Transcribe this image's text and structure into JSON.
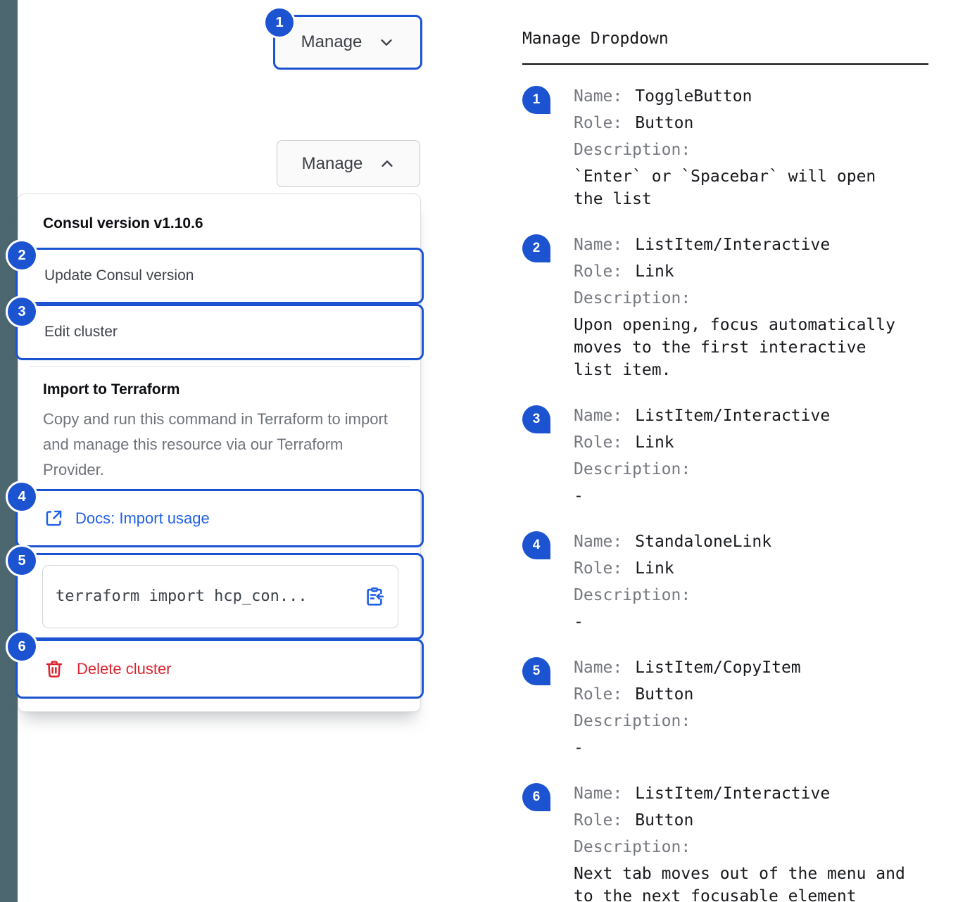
{
  "colors": {
    "annotation_blue": "#1b53d0",
    "link_blue": "#2160e8",
    "danger_red": "#dc242f",
    "edge_bar": "#4d6770"
  },
  "toggle_button": {
    "label_closed": "Manage",
    "label_open": "Manage"
  },
  "dropdown": {
    "version_title": "Consul version v1.10.6",
    "update_item": "Update Consul version",
    "edit_item": "Edit cluster",
    "import_section": {
      "title": "Import to Terraform",
      "description": "Copy and run this command in Terraform to import and manage this resource via our Terraform Provider.",
      "docs_link": "Docs: Import usage",
      "code": "terraform import hcp_con...",
      "delete_item": "Delete cluster"
    }
  },
  "legend": {
    "title": "Manage Dropdown",
    "label_name": "Name:",
    "label_role": "Role:",
    "label_description": "Description:",
    "items": [
      {
        "num": "1",
        "name": "ToggleButton",
        "role": "Button",
        "description": "`Enter` or `Spacebar` will open the list"
      },
      {
        "num": "2",
        "name": "ListItem/Interactive",
        "role": "Link",
        "description": "Upon opening, focus automatically moves to the first interactive list item."
      },
      {
        "num": "3",
        "name": "ListItem/Interactive",
        "role": "Link",
        "description": "-"
      },
      {
        "num": "4",
        "name": "StandaloneLink",
        "role": "Link",
        "description": "-"
      },
      {
        "num": "5",
        "name": "ListItem/CopyItem",
        "role": "Button",
        "description": "-"
      },
      {
        "num": "6",
        "name": "ListItem/Interactive",
        "role": "Button",
        "description": "Next tab moves out of the menu and to the next focusable element"
      }
    ]
  }
}
